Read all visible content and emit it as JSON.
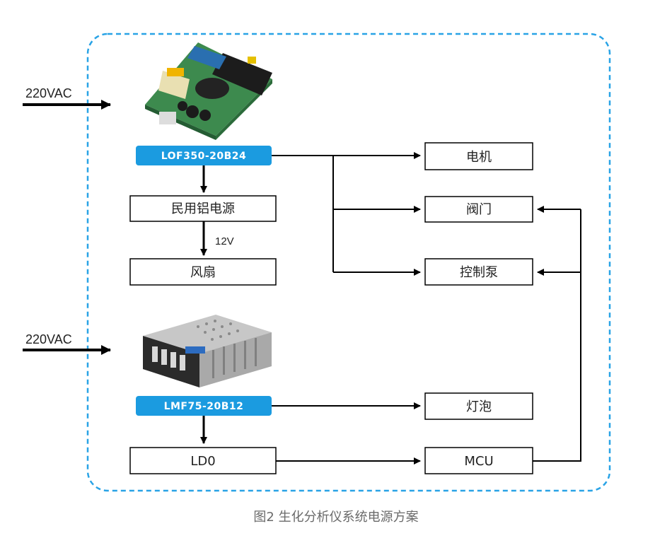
{
  "inputs": {
    "ac_top": "220VAC",
    "ac_bottom": "220VAC"
  },
  "psu": {
    "top_model": "LOF350-20B24",
    "bottom_model": "LMF75-20B12"
  },
  "left_blocks": {
    "civil_psu": "民用铝电源",
    "voltage_12v": "12V",
    "fan": "风扇",
    "ldo": "LD0"
  },
  "right_blocks": {
    "motor": "电机",
    "valve": "阀门",
    "pump": "控制泵",
    "bulb": "灯泡",
    "mcu": "MCU"
  },
  "caption": "图2 生化分析仪系统电源方案",
  "colors": {
    "accent_blue": "#1b9be0",
    "dashed_border": "#29a3e6",
    "line": "#000000"
  }
}
